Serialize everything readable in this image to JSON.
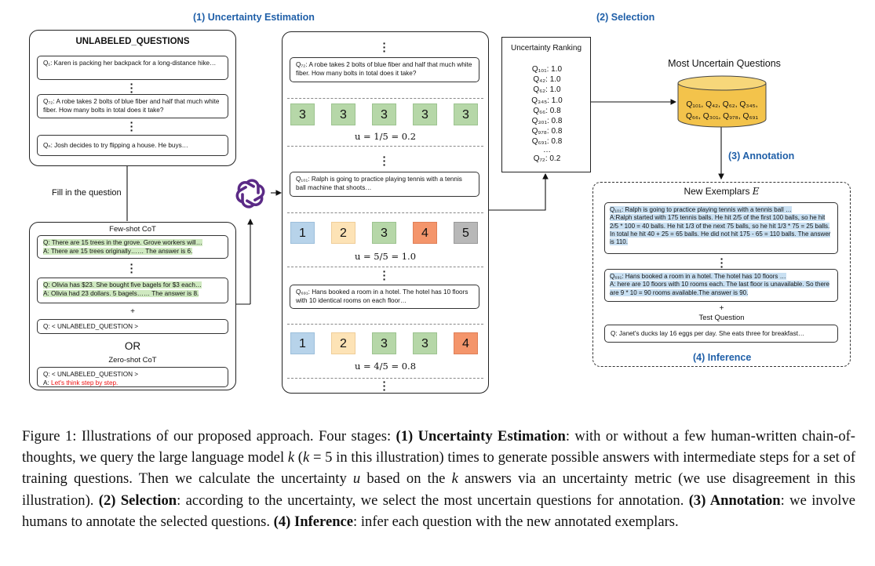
{
  "stages": {
    "s1": "(1) Uncertainty Estimation",
    "s2": "(2) Selection",
    "s3": "(3) Annotation",
    "s4": "(4) Inference"
  },
  "left": {
    "title": "UNLABELED_QUESTIONS",
    "q1": "Q₁: Karen is packing her backpack for a long-distance hike…",
    "q72": "Q₇₂: A robe takes 2 bolts of blue fiber and half that much white fiber. How many bolts in total does it take?",
    "qn": "Qₙ: Josh decides to try flipping a house.  He buys…",
    "fill": "Fill in the question",
    "fewshot_title": "Few-shot CoT",
    "fs1_q": "Q: There are 15 trees in the grove. Grove workers will…",
    "fs1_a": "A: There are 15 trees originally…… The answer is 6.",
    "fs2_q": "Q: Olivia has $23. She bought five bagels for $3 each…",
    "fs2_a": "A: Olivia had 23 dollars. 5 bagels…… The answer is 8.",
    "plus": "+",
    "unlabeled_q": "Q: < UNLABELED_QUESTION >",
    "or": "OR",
    "zeroshot_title": "Zero-shot CoT",
    "zs_q": "Q: < UNLABELED_QUESTION >",
    "zs_a_prefix": "A: ",
    "zs_a": "Let's think step by step."
  },
  "middle": {
    "q72": "Q₇₂: A robe takes 2 bolts of blue fiber and half that much white fiber. How many bolts in total does it take?",
    "row1": [
      "3",
      "3",
      "3",
      "3",
      "3"
    ],
    "u1": "u = 1/5 = 0.2",
    "q101": "Q₁₀₁: Ralph is going to practice playing tennis with a tennis ball machine that shoots…",
    "row2": [
      "1",
      "2",
      "3",
      "4",
      "5"
    ],
    "u2": "u = 5/5 = 1.0",
    "q691": "Q₆₉₁: Hans booked a room in a hotel. The hotel has 10 floors with 10 identical rooms on each floor…",
    "row3": [
      "1",
      "2",
      "3",
      "3",
      "4"
    ],
    "u3": "u = 4/5 = 0.8"
  },
  "ranking": {
    "title": "Uncertainty Ranking",
    "items": [
      "Q₁₀₁: 1.0",
      "Q₄₂: 1.0",
      "Q₆₂: 1.0",
      "Q₃₄₅: 1.0",
      "Q₆₆: 0.8",
      "Q₃₀₁: 0.8",
      "Q₉₇₈: 0.8",
      "Q₆₉₁: 0.8",
      "…",
      "Q₇₂: 0.2"
    ]
  },
  "selected": {
    "title": "Most Uncertain Questions",
    "line1": "Q₁₀₁, Q₄₂, Q₆₂, Q₃₄₅,",
    "line2": "Q₆₆, Q₃₀₁, Q₉₇₈, Q₆₉₁"
  },
  "exemplars": {
    "title_prefix": "New Exemplars ",
    "title_var": "E",
    "e1_q": "Q₁₀₁: Ralph is going to practice playing tennis with a tennis ball …",
    "e1_a": "A:Ralph started with 175 tennis balls. He hit 2/5 of the first 100 balls, so he hit 2/5 * 100 = 40 balls. He hit 1/3 of the next 75 balls, so he hit 1/3 * 75 = 25 balls. In total he hit 40 + 25 = 65 balls. He did not hit 175 - 65 = 110 balls. The answer is 110.",
    "e2_q": "Q₆₉₁: Hans booked a room in a hotel. The hotel has 10 floors …",
    "e2_a": "A: here are 10 floors with 10 rooms each. The last floor is unavailable. So there are 9 * 10 = 90 rooms available.The answer is 90.",
    "plus": "+",
    "test_title": "Test Question",
    "test_q": "Q: Janet's ducks lay 16 eggs per day. She eats three for breakfast…"
  },
  "caption": {
    "p1": "Figure 1: Illustrations of our proposed approach. Four stages: ",
    "b1": "(1) Uncertainty Estimation",
    "p2": ": with or without a few human-written chain-of-thoughts, we query the large language model ",
    "k1": "k",
    "p3": " (",
    "k2": "k",
    "p4": " = 5 in this illustration) times to generate possible answers with intermediate steps for a set of training questions. Then we calculate the uncertainty ",
    "u": "u",
    "p5": " based on the ",
    "k3": "k",
    "p6": " answers via an uncertainty metric (we use disagreement in this illustration). ",
    "b2": "(2) Selection",
    "p7": ": according to the uncertainty, we select the most uncertain questions for annotation. ",
    "b3": "(3) Annotation",
    "p8": ": we involve humans to annotate the selected questions. ",
    "b4": "(4) Inference",
    "p9": ": infer each question with the new annotated exemplars."
  },
  "colors": {
    "stage_blue": "#1f5fa8",
    "green": "#b6d7a8",
    "blue": "#b7d3ea",
    "yellow": "#fde3b6",
    "orange": "#f4956b",
    "gray": "#b8b8b8",
    "db_gold": "#f3c34b",
    "red": "#ee1111"
  },
  "icons": {
    "llm": "openai-logo-icon",
    "database": "database-icon"
  }
}
